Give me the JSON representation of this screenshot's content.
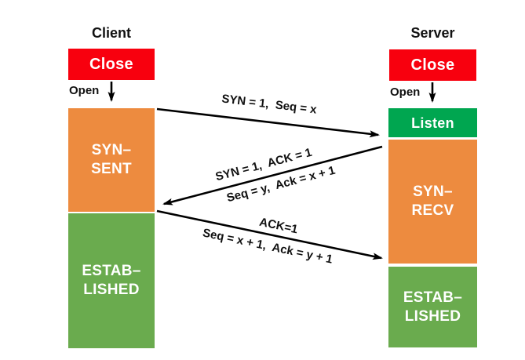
{
  "colors": {
    "red": "#f8000e",
    "orange": "#ed8b3f",
    "green_bright": "#00a650",
    "green_soft": "#6aab4e",
    "arrow": "#000000"
  },
  "client": {
    "title": "Client",
    "close": "Close",
    "open": "Open",
    "syn_sent": {
      "line1": "SYN–",
      "line2": "SENT"
    },
    "established": {
      "line1": "ESTAB–",
      "line2": "LISHED"
    }
  },
  "server": {
    "title": "Server",
    "close": "Close",
    "open": "Open",
    "listen": "Listen",
    "syn_recv": {
      "line1": "SYN–",
      "line2": "RECV"
    },
    "established": {
      "line1": "ESTAB–",
      "line2": "LISHED"
    }
  },
  "messages": {
    "syn": "SYN = 1,  Seq = x",
    "syn_ack_top": "SYN = 1,  ACK = 1",
    "syn_ack_bottom": "Seq = y,  Ack = x + 1",
    "ack_top": "ACK=1",
    "ack_bottom": "Seq = x + 1,  Ack = y + 1"
  }
}
